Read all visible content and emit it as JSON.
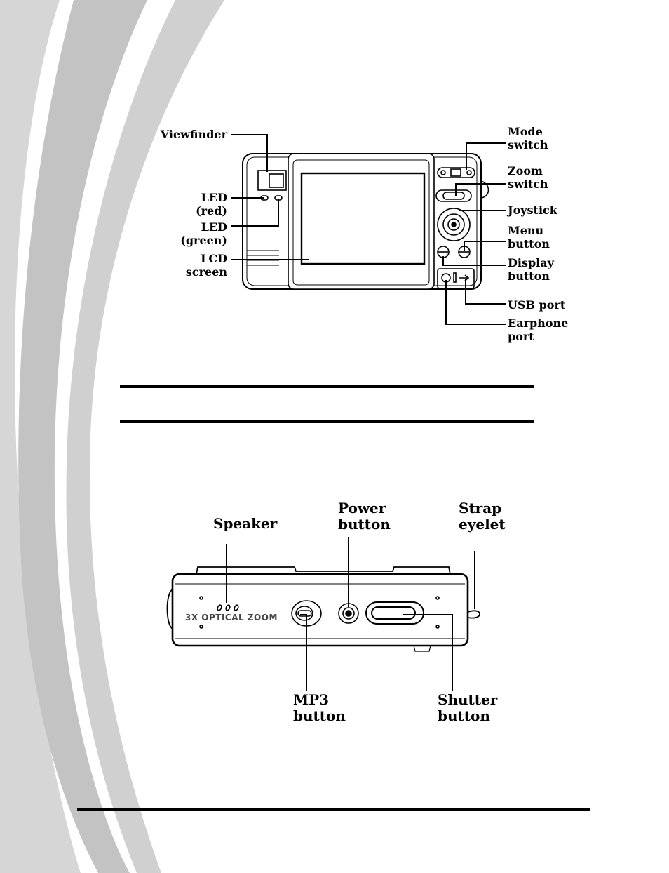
{
  "back_view": {
    "labels": {
      "viewfinder": "Viewfinder",
      "led_red": "LED\n(red)",
      "led_green": "LED\n(green)",
      "lcd_screen": "LCD\nscreen",
      "mode_switch": "Mode\nswitch",
      "zoom_switch": "Zoom\nswitch",
      "joystick": "Joystick",
      "menu_button": "Menu\nbutton",
      "display_button": "Display\nbutton",
      "usb_port": "USB port",
      "earphone_port": "Earphone\nport"
    }
  },
  "top_view": {
    "labels": {
      "speaker": "Speaker",
      "power_button": "Power\nbutton",
      "strap_eyelet": "Strap\neyelet",
      "mp3_button": "MP3\nbutton",
      "shutter_button": "Shutter\nbutton"
    },
    "engraving": "3X OPTICAL ZOOM"
  },
  "colors": {
    "swoosh_light": "#d6d6d6",
    "swoosh_dark": "#bdbdbd",
    "ink": "#000000"
  }
}
